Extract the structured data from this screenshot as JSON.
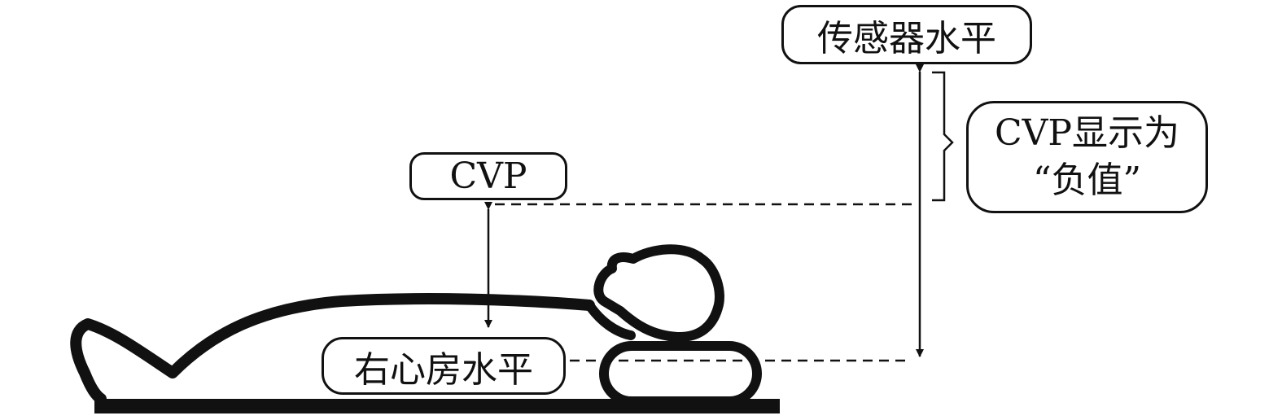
{
  "labels": {
    "sensor_level": "传感器水平",
    "cvp": "CVP",
    "right_atrium_level": "右心房水平",
    "cvp_negative_line1": "CVP显示为",
    "cvp_negative_line2": "“负值”"
  },
  "colors": {
    "stroke": "#111111",
    "background": "#ffffff"
  }
}
